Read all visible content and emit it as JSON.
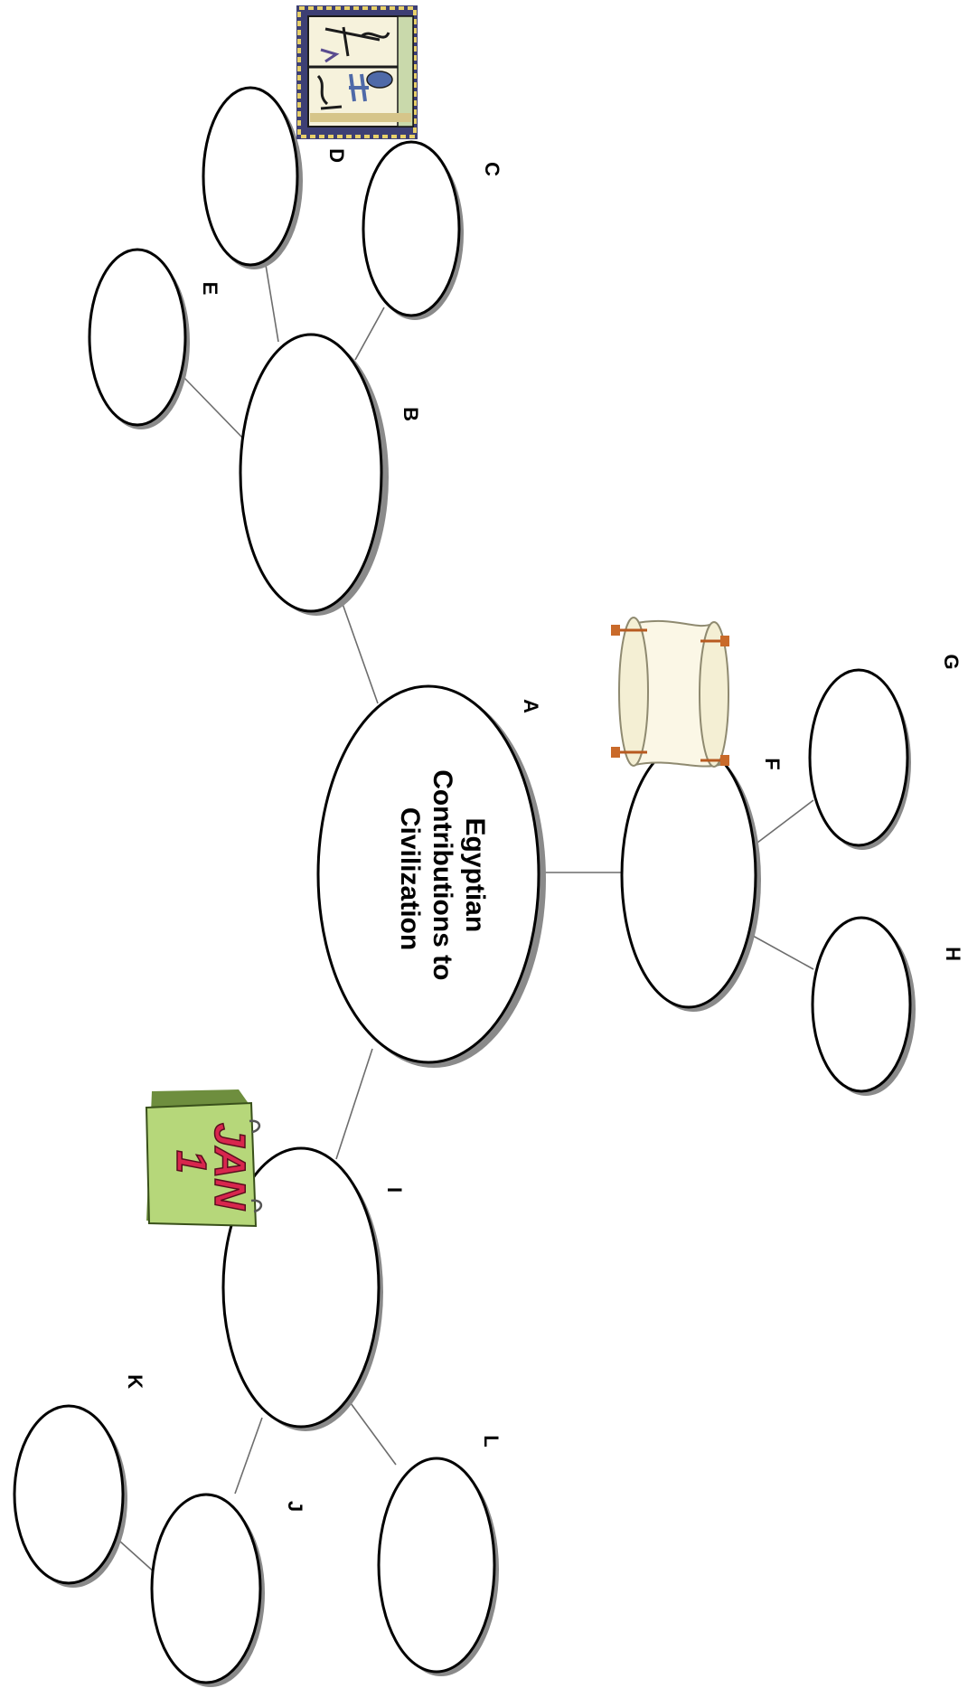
{
  "diagram": {
    "center_title": [
      "Egyptian",
      "Contributions to",
      "Civilization"
    ],
    "labels": {
      "A": "A",
      "B": "B",
      "C": "C",
      "D": "D",
      "E": "E",
      "F": "F",
      "G": "G",
      "H": "H",
      "I": "I",
      "J": "J",
      "K": "K",
      "L": "L"
    },
    "clipart": {
      "book": "hieroglyph-book-icon",
      "scroll": "papyrus-scroll-icon",
      "calendar": "calendar-icon",
      "calendar_month": "JAN",
      "calendar_day": "1"
    },
    "colors": {
      "line": "#6d6d6d",
      "outline": "#000000",
      "shadow": "#8a8a8a",
      "calendar_bg": "#b6d77a",
      "calendar_text": "#d8264d",
      "scroll": "#fbf7e6",
      "scroll_handle": "#c96a2a"
    }
  }
}
